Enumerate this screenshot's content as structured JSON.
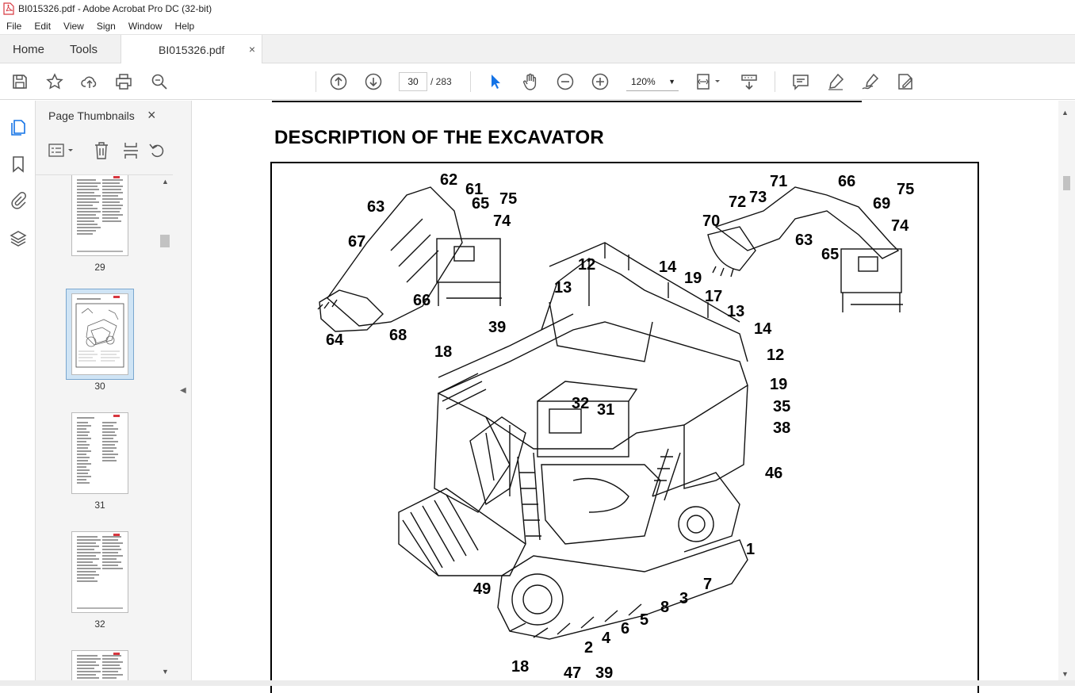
{
  "window": {
    "title": "BI015326.pdf - Adobe Acrobat Pro DC (32-bit)"
  },
  "menu": {
    "items": [
      "File",
      "Edit",
      "View",
      "Sign",
      "Window",
      "Help"
    ]
  },
  "tabs": {
    "home": "Home",
    "tools": "Tools",
    "document": "BI015326.pdf",
    "close_symbol": "×"
  },
  "toolbar": {
    "page_current": "30",
    "page_total": "/ 283",
    "zoom": "120%",
    "zoom_caret": "▼"
  },
  "thumbnails": {
    "title": "Page Thumbnails",
    "close_symbol": "×",
    "pages": [
      {
        "label": "29"
      },
      {
        "label": "30",
        "selected": true
      },
      {
        "label": "31"
      },
      {
        "label": "32"
      }
    ]
  },
  "document": {
    "heading": "DESCRIPTION OF THE EXCAVATOR",
    "callouts": [
      "62",
      "61",
      "63",
      "65",
      "75",
      "74",
      "67",
      "66",
      "64",
      "68",
      "71",
      "66",
      "73",
      "72",
      "75",
      "69",
      "70",
      "74",
      "63",
      "65",
      "12",
      "14",
      "13",
      "19",
      "17",
      "13",
      "39",
      "14",
      "18",
      "12",
      "19",
      "32",
      "31",
      "35",
      "38",
      "46",
      "1",
      "49",
      "7",
      "3",
      "8",
      "5",
      "6",
      "4",
      "2",
      "18",
      "47",
      "39"
    ]
  },
  "colors": {
    "accent": "#1473e6",
    "selection": "#cfe4f5",
    "pdf_red": "#d7373f"
  }
}
